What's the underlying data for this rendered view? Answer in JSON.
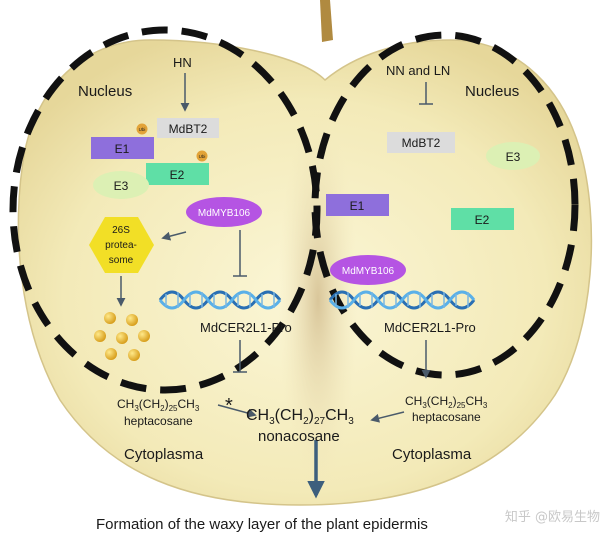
{
  "nucleus_left": {
    "title": "Nucleus",
    "hn": "HN",
    "mdbt2": "MdBT2",
    "ubi_a": "Ubi",
    "ubi_b": "Ubi",
    "e1": "E1",
    "e2": "E2",
    "e3": "E3",
    "proteasome_1": "26S",
    "proteasome_2": "protea-",
    "proteasome_3": "some",
    "myb": "MdMYB106",
    "promoter": "MdCER2L1-Pro"
  },
  "nucleus_right": {
    "title": "Nucleus",
    "nn_ln": "NN and LN",
    "mdbt2": "MdBT2",
    "e1": "E1",
    "e2": "E2",
    "e3": "E3",
    "myb": "MdMYB106",
    "promoter": "MdCER2L1-Pro"
  },
  "cytoplasm": {
    "left_label": "Cytoplasma",
    "right_label": "Cytoplasma",
    "hep_left_formula_a": "CH",
    "hep_left_formula_b": "3",
    "hep_left_formula_c": "(CH",
    "hep_left_formula_d": "2",
    "hep_left_formula_e": ")",
    "hep_left_formula_f": "25",
    "hep_left_formula_g": "CH",
    "hep_left_formula_h": "3",
    "hep_left_name": "heptacosane",
    "hep_right_name": "heptacosane",
    "non_formula_a": "CH",
    "non_formula_b": "3",
    "non_formula_c": "(CH",
    "non_formula_d": "2",
    "non_formula_e": ")",
    "non_formula_f": "27",
    "non_formula_g": "CH",
    "non_formula_h": "3",
    "non_name": "nonacosane",
    "star": "*"
  },
  "caption": "Formation of the waxy layer of the plant epidermis",
  "watermark": "知乎 @欧易生物",
  "colors": {
    "e1": "#8e6fdc",
    "e2": "#5fdfa6",
    "e3": "#dcf0b4",
    "mdbt2": "#dcdcdc",
    "myb": "#b554e3",
    "proteasome": "#f2df26",
    "dna": "#2a6fb3",
    "arrow": "#4a5a6a"
  }
}
